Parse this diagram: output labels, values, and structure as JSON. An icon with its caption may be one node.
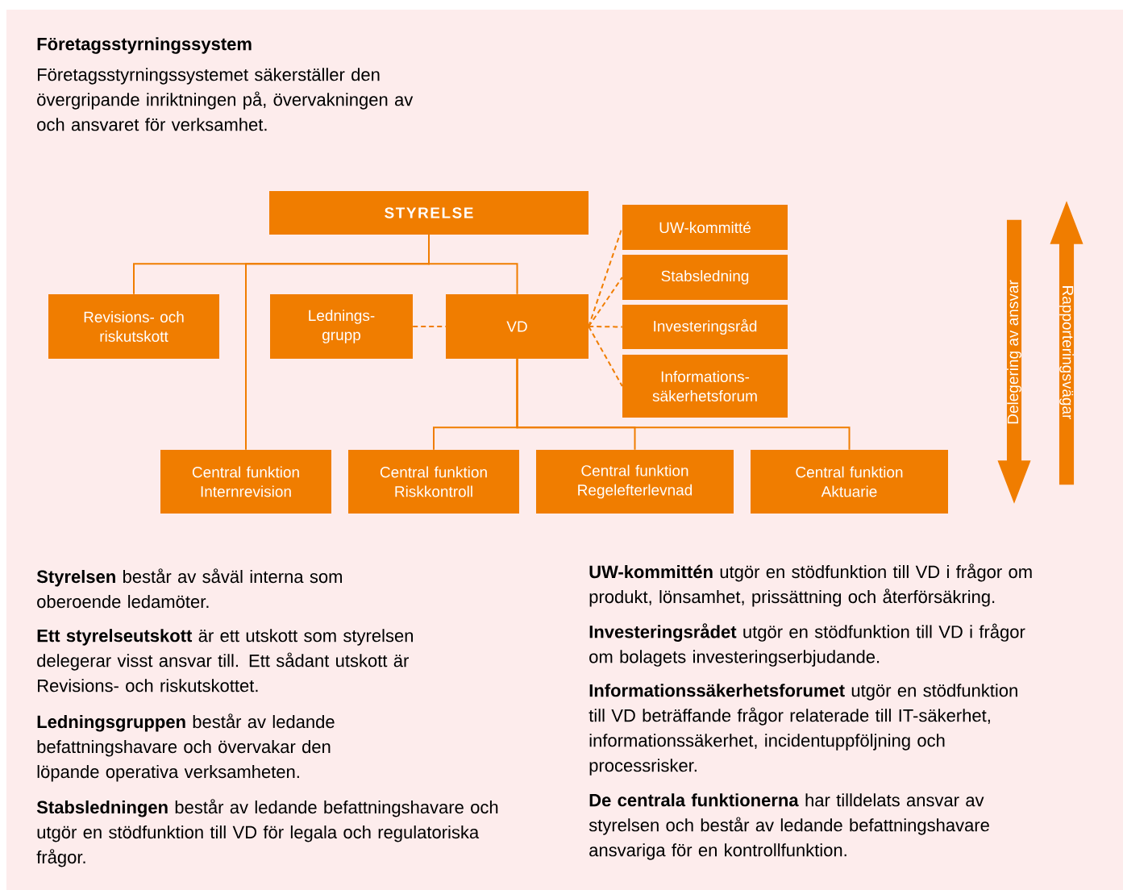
{
  "diagram": {
    "title": "Företagsstyrningssystem",
    "nodes": [
      {
        "text": [
          "STYRELSE"
        ]
      },
      {
        "text": [
          "Revisions- och riskutskott"
        ]
      },
      {
        "text": [
          "Lednings- grupp"
        ]
      },
      {
        "text": [
          "VD"
        ]
      },
      {
        "text": [
          "UW-kommitté"
        ]
      },
      {
        "text": [
          "Stabsledning"
        ]
      },
      {
        "text": [
          "Investeringsråd"
        ]
      },
      {
        "text": [
          "Informations- säkerhetsforum"
        ]
      },
      {
        "text": [
          "Central funktion Internrevision"
        ]
      },
      {
        "text": [
          "Central funktion Riskkontroll"
        ]
      },
      {
        "text": [
          "Central funktion Regelefterlevnad"
        ]
      },
      {
        "text": [
          "Central funktion Aktuarie"
        ]
      },
      {
        "text": [
          "Delegering av ansvar"
        ]
      },
      {
        "text": [
          "Rapporteringsvägar"
        ]
      }
    ],
    "edges": [
      {
        "from": 0,
        "to": 1,
        "arrow": "none"
      },
      {
        "from": 0,
        "to": 8,
        "arrow": "none"
      },
      {
        "from": 0,
        "to": 3,
        "arrow": "none"
      },
      {
        "from": 2,
        "to": 3,
        "arrow": "none",
        "style": "dashed"
      },
      {
        "from": 3,
        "to": 4,
        "arrow": "none",
        "style": "dashed"
      },
      {
        "from": 3,
        "to": 5,
        "arrow": "none",
        "style": "dashed"
      },
      {
        "from": 3,
        "to": 6,
        "arrow": "none",
        "style": "dashed"
      },
      {
        "from": 3,
        "to": 7,
        "arrow": "none",
        "style": "dashed"
      },
      {
        "from": 3,
        "to": 9,
        "arrow": "none"
      },
      {
        "from": 3,
        "to": 10,
        "arrow": "none"
      },
      {
        "from": 3,
        "to": 11,
        "arrow": "none"
      }
    ],
    "labels": [
      "Företagsstyrningssystemet säkerställer den övergripande inriktningen på, övervakningen av och ansvaret för verksamhet.",
      "**Styrelsen** består av såväl interna som oberoende ledamöter.",
      "**Ett styrelseutskott** är ett utskott som styrelsen delegerar visst ansvar till. Ett sådant utskott är Revisions- och riskutskottet.",
      "**Ledningsgruppen** består av ledande befattningshavare och övervakar den löpande operativa verksamheten.",
      "**Stabsledningen** består av ledande befattningshavare och utgör en stödfunktion till VD för legala och regulatoriska frågor.",
      "**UW-kommittén** utgör en stödfunktion till VD i frågor om produkt, lönsamhet, prissättning och återförsäkring.",
      "**Investeringsrådet** utgör en stödfunktion till VD i frågor om bolagets investeringserbjudande.",
      "**Informationssäkerhetsforumet** utgör en stödfunktion till VD beträffande frågor relaterade till IT-säkerhet, informationssäkerhet, incidentuppföljning och processrisker.",
      "**De centrala funktionerna** har tilldelats ansvar av styrelsen och består av ledande befattningshavare ansvariga för en kontrollfunktion."
    ]
  }
}
